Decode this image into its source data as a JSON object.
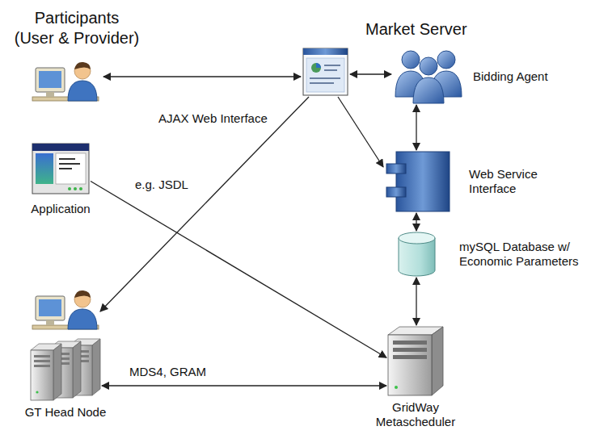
{
  "diagram": {
    "nodes": [
      {
        "text": [
          "Bidding Agent"
        ]
      },
      {
        "text": [
          "Application"
        ]
      },
      {
        "text": [
          "Web Service Interface"
        ]
      },
      {
        "text": [
          "mySQL Database w/ Economic Parameters"
        ]
      },
      {
        "text": [
          "GridWay Metascheduler"
        ]
      },
      {
        "text": [
          "GT Head Node"
        ]
      }
    ],
    "edges": [
      {
        "from": 0,
        "to": 2,
        "arrow": "both"
      },
      {
        "from": 2,
        "to": 3,
        "arrow": "both"
      },
      {
        "from": 3,
        "to": 4,
        "arrow": "both"
      },
      {
        "from": 1,
        "to": 4,
        "arrow": "to",
        "label": "e.g. JSDL"
      },
      {
        "from": 5,
        "to": 4,
        "arrow": "both",
        "label": "MDS4, GRAM"
      }
    ],
    "labels": [
      "Participants (User & Provider)",
      "Market Server",
      "AJAX Web Interface"
    ]
  }
}
